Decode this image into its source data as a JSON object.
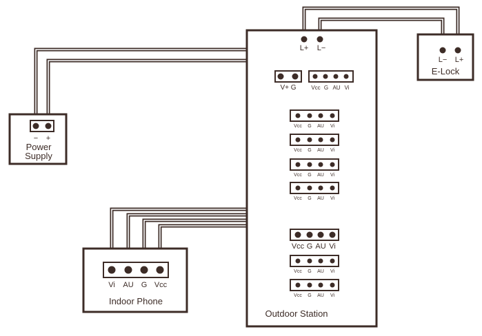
{
  "power_supply": {
    "name_line1": "Power",
    "name_line2": "Supply",
    "terminals": [
      "−",
      "+"
    ]
  },
  "e_lock": {
    "name": "E-Lock",
    "terminals": [
      "L−",
      "L+"
    ]
  },
  "outdoor_station": {
    "name": "Outdoor Station",
    "lock_terminals": [
      "L+",
      "L−"
    ],
    "power_terminals": "V+  G",
    "port_labels": [
      "Vcc",
      "G",
      "AU",
      "Vi"
    ]
  },
  "indoor_phone": {
    "name": "Indoor Phone",
    "terminals": [
      "Vi",
      "AU",
      "G",
      "Vcc"
    ]
  },
  "colors": {
    "line": "#3d2c27",
    "background": "#ffffff"
  }
}
